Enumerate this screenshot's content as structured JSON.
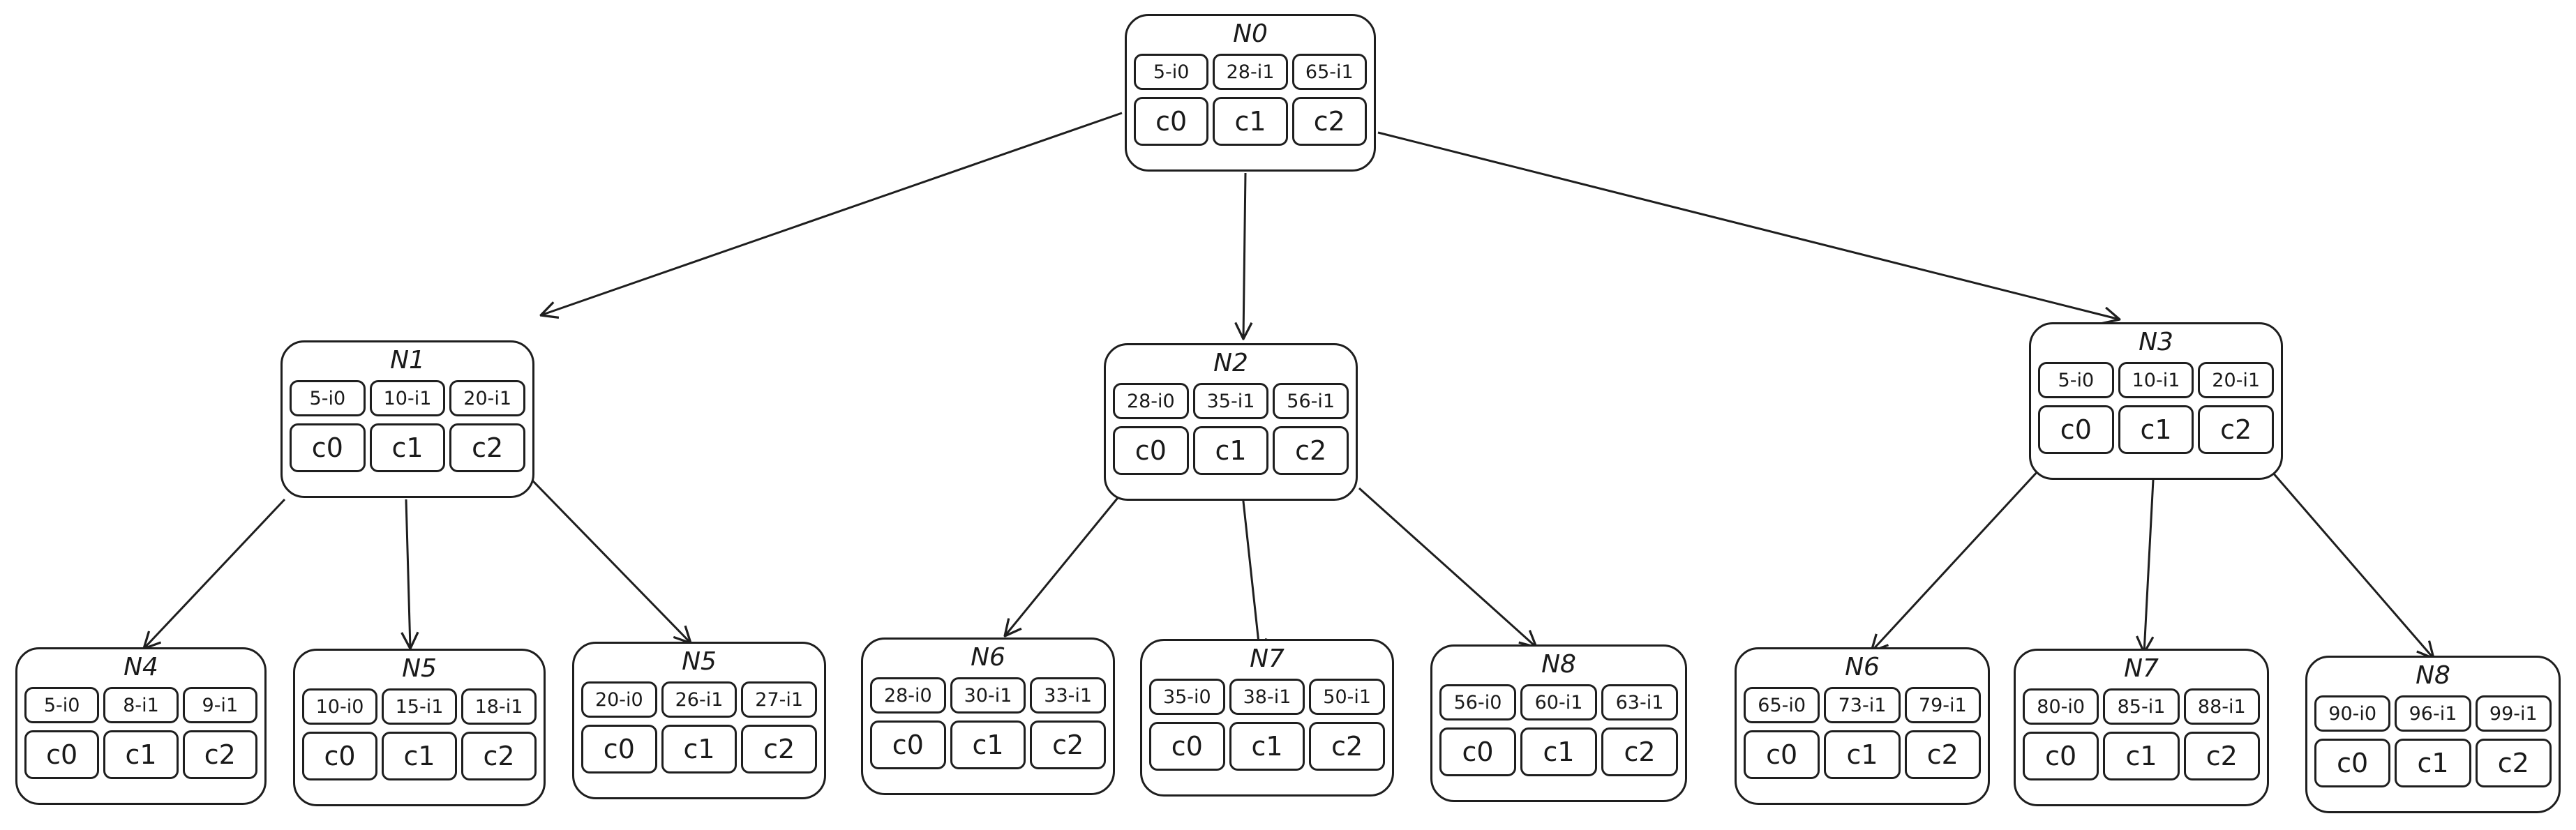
{
  "nodes": {
    "n0": {
      "title": "N0",
      "keys": [
        "5-i0",
        "28-i1",
        "65-i1"
      ],
      "children": [
        "c0",
        "c1",
        "c2"
      ]
    },
    "n1": {
      "title": "N1",
      "keys": [
        "5-i0",
        "10-i1",
        "20-i1"
      ],
      "children": [
        "c0",
        "c1",
        "c2"
      ]
    },
    "n2": {
      "title": "N2",
      "keys": [
        "28-i0",
        "35-i1",
        "56-i1"
      ],
      "children": [
        "c0",
        "c1",
        "c2"
      ]
    },
    "n3": {
      "title": "N3",
      "keys": [
        "5-i0",
        "10-i1",
        "20-i1"
      ],
      "children": [
        "c0",
        "c1",
        "c2"
      ]
    },
    "l1": {
      "title": "N4",
      "keys": [
        "5-i0",
        "8-i1",
        "9-i1"
      ],
      "children": [
        "c0",
        "c1",
        "c2"
      ]
    },
    "l2": {
      "title": "N5",
      "keys": [
        "10-i0",
        "15-i1",
        "18-i1"
      ],
      "children": [
        "c0",
        "c1",
        "c2"
      ]
    },
    "l3": {
      "title": "N5",
      "keys": [
        "20-i0",
        "26-i1",
        "27-i1"
      ],
      "children": [
        "c0",
        "c1",
        "c2"
      ]
    },
    "l4": {
      "title": "N6",
      "keys": [
        "28-i0",
        "30-i1",
        "33-i1"
      ],
      "children": [
        "c0",
        "c1",
        "c2"
      ]
    },
    "l5": {
      "title": "N7",
      "keys": [
        "35-i0",
        "38-i1",
        "50-i1"
      ],
      "children": [
        "c0",
        "c1",
        "c2"
      ]
    },
    "l6": {
      "title": "N8",
      "keys": [
        "56-i0",
        "60-i1",
        "63-i1"
      ],
      "children": [
        "c0",
        "c1",
        "c2"
      ]
    },
    "l7": {
      "title": "N6",
      "keys": [
        "65-i0",
        "73-i1",
        "79-i1"
      ],
      "children": [
        "c0",
        "c1",
        "c2"
      ]
    },
    "l8": {
      "title": "N7",
      "keys": [
        "80-i0",
        "85-i1",
        "88-i1"
      ],
      "children": [
        "c0",
        "c1",
        "c2"
      ]
    },
    "l9": {
      "title": "N8",
      "keys": [
        "90-i0",
        "96-i1",
        "99-i1"
      ],
      "children": [
        "c0",
        "c1",
        "c2"
      ]
    }
  }
}
